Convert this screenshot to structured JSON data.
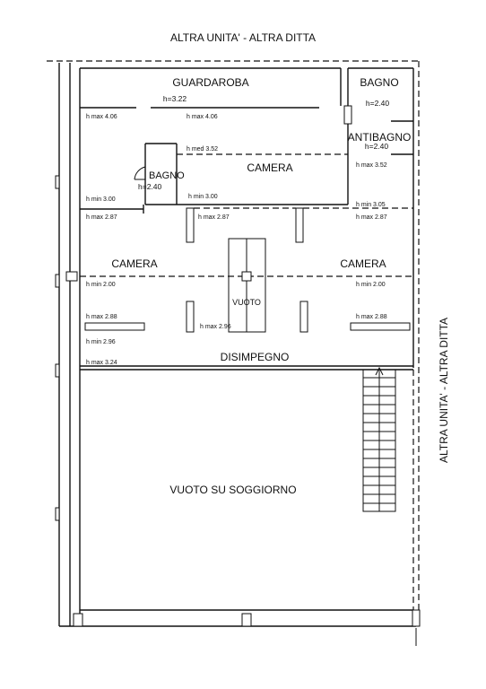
{
  "labels": {
    "top_neighbor": "ALTRA UNITA' - ALTRA DITTA",
    "side_neighbor": "ALTRA UNITA' - ALTRA DITTA",
    "guardaroba": "GUARDAROBA",
    "guardaroba_h": "h=3.22",
    "bagno_top": "BAGNO",
    "bagno_top_h": "h=2.40",
    "antibagno": "ANTIBAGNO",
    "antibagno_h": "h=2.40",
    "bagno_small": "BAGNO",
    "bagno_small_h": "h=2.40",
    "camera_center": "CAMERA",
    "camera_left": "CAMERA",
    "camera_right": "CAMERA",
    "vuoto": "VUOTO",
    "disimpegno": "DISIMPEGNO",
    "vuoto_soggiorno": "VUOTO SU SOGGIORNO"
  },
  "heights": {
    "hmax_406_left": "h max 4.06",
    "hmax_406_mid": "h max 4.06",
    "hmed_352": "h med 3.52",
    "hmax_352_right": "h max 3.52",
    "hmin_300_left": "h min 3.00",
    "hmin_300_mid": "h min 3.00",
    "hmin_305_right": "h min 3.05",
    "hmax_287_left": "h max 2.87",
    "hmax_287_mid": "h max 2.87",
    "hmax_287_right": "h max 2.87",
    "hmin_200_left": "h min 2.00",
    "hmin_200_right": "h min 2.00",
    "hmax_288_left": "h max 2.88",
    "hmax_288_right": "h max 2.88",
    "hmax_296": "h max 2.96",
    "hmin_296": "h min 2.96",
    "hmax_324": "h max 3.24"
  }
}
